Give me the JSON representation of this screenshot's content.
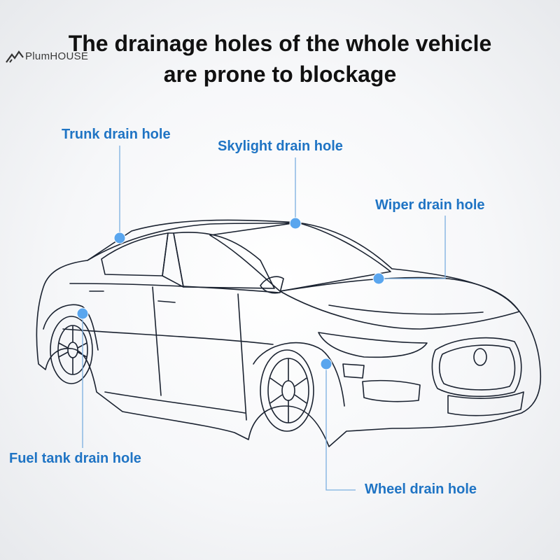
{
  "brand": {
    "logo_text": "PlumHOUSE",
    "icon": "roof-house-icon"
  },
  "title": {
    "line1": "The drainage holes of the whole vehicle",
    "line2": "are prone to blockage"
  },
  "callouts": {
    "trunk": "Trunk drain hole",
    "skylight": "Skylight drain hole",
    "wiper": "Wiper drain hole",
    "fuel_tank": "Fuel tank drain hole",
    "wheel": "Wheel drain hole"
  },
  "colors": {
    "accent": "#1f74c4",
    "marker": "#5aa6ee",
    "line": "#7aaee0"
  }
}
